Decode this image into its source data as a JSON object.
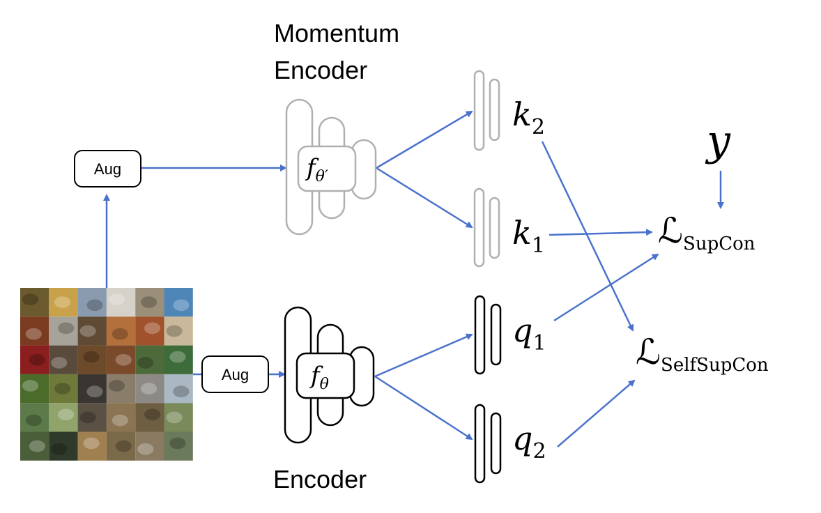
{
  "labels": {
    "momentum_line1": "Momentum",
    "momentum_line2": "Encoder",
    "encoder": "Encoder",
    "aug_top": "Aug",
    "aug_bottom": "Aug"
  },
  "math": {
    "f_prime_base": "f",
    "f_prime_sub": "θ′",
    "f_base": "f",
    "f_sub": "θ",
    "k2_base": "k",
    "k2_sub": "2",
    "k1_base": "k",
    "k1_sub": "1",
    "q1_base": "q",
    "q1_sub": "1",
    "q2_base": "q",
    "q2_sub": "2",
    "y": "y",
    "loss_sup_base": "ℒ",
    "loss_sup_sub": "SupCon",
    "loss_self_base": "ℒ",
    "loss_self_sub": "SelfSupCon"
  },
  "colors": {
    "arrow": "#4a72cc",
    "momentum_encoder": "#b0b0b0",
    "encoder": "#000000"
  },
  "icons": {
    "image_grid": "image-grid-icon"
  }
}
